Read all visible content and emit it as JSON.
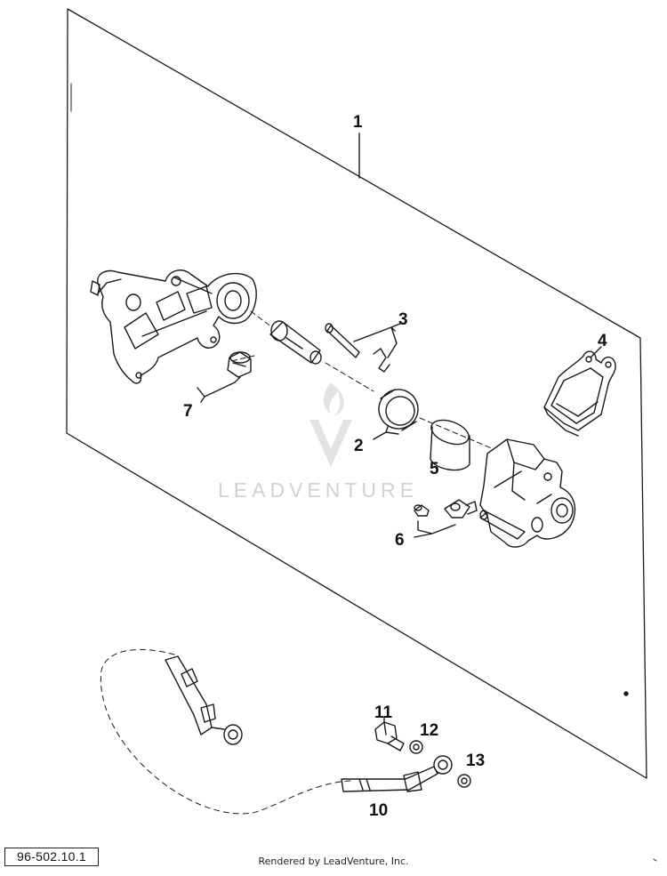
{
  "diagram": {
    "callouts": {
      "c1": "1",
      "c2": "2",
      "c3": "3",
      "c4": "4",
      "c5": "5",
      "c6": "6",
      "c7": "7",
      "c10": "10",
      "c11": "11",
      "c12": "12",
      "c13": "13"
    },
    "diagram_code": "96-502.10.1",
    "credit": "Rendered by LeadVenture, Inc.",
    "watermark": "LEADVENTURE"
  }
}
